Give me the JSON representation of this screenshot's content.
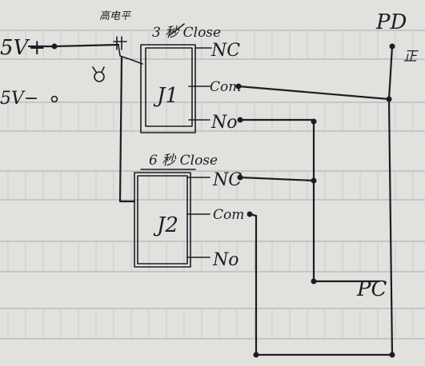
{
  "labels": {
    "v_plus": "5V+",
    "v_minus": "5V−",
    "top_note": "高电平",
    "pd": "PD",
    "pd_suffix": "正",
    "j1_timer": "3 秒 Close",
    "j1_name": "J1",
    "j1_nc": "NC",
    "j1_com": "Com",
    "j1_no": "No",
    "j2_timer": "6 秒 Close",
    "j2_name": "J2",
    "j2_nc": "NC",
    "j2_com": "Com",
    "j2_no": "No",
    "pc": "PC"
  },
  "colors": {
    "ink": "#1c1d24",
    "paper": "#e3e1de",
    "grid": "#a9a9ae"
  }
}
